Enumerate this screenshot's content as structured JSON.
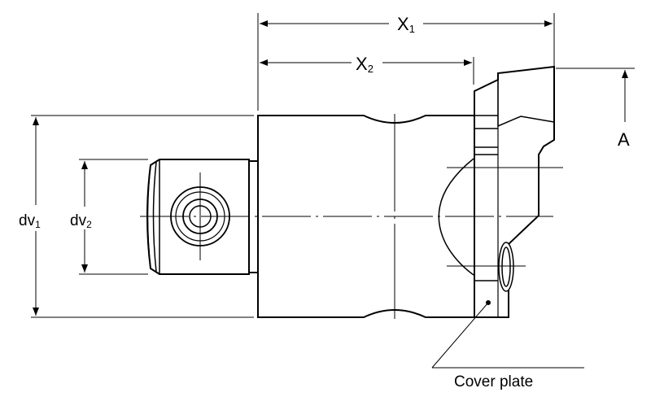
{
  "labels": {
    "x1": {
      "main": "X",
      "sub": "1"
    },
    "x2": {
      "main": "X",
      "sub": "2"
    },
    "dv1": {
      "main": "dv",
      "sub": "1"
    },
    "dv2": {
      "main": "dv",
      "sub": "2"
    },
    "a": "A",
    "cover_plate": "Cover plate"
  },
  "colors": {
    "line": "#000000",
    "background": "#ffffff"
  }
}
